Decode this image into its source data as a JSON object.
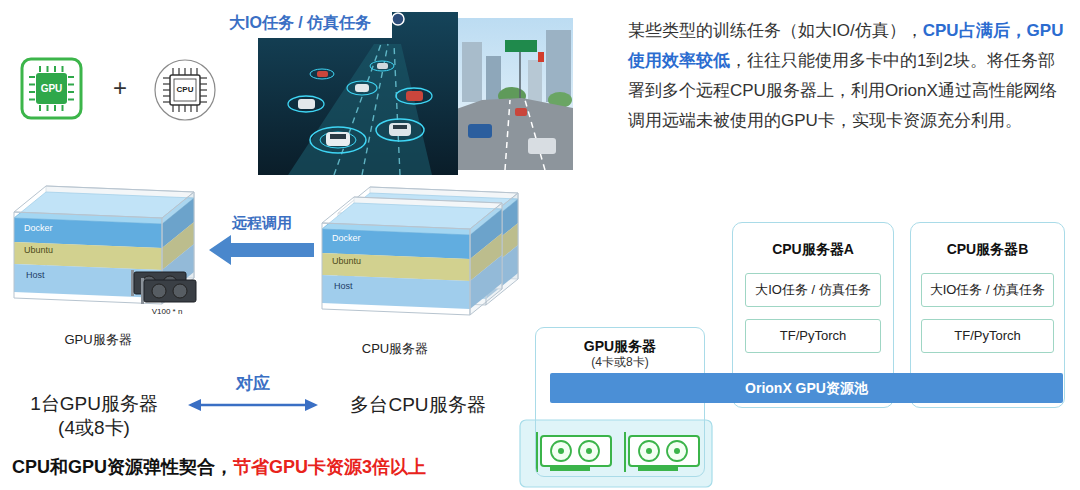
{
  "diagram": {
    "nodes": [
      {
        "text": [
          "GPU"
        ]
      },
      {
        "text": [
          "CPU"
        ]
      },
      {
        "text": [
          "Docker",
          "Ubuntu",
          "Host",
          "V100 * n",
          "GPU服务器"
        ]
      },
      {
        "text": [
          "Docker",
          "Ubuntu",
          "Host",
          "CPU服务器"
        ]
      },
      {
        "text": [
          "1台GPU服务器 (4或8卡)"
        ]
      },
      {
        "text": [
          "多台CPU服务器"
        ]
      },
      {
        "text": [
          "GPU服务器",
          "(4卡或8卡)"
        ]
      },
      {
        "text": [
          "CPU服务器A"
        ]
      },
      {
        "text": [
          "大IO任务 / 仿真任务"
        ],
        "in": 7
      },
      {
        "text": [
          "TF/PyTorch"
        ],
        "in": 7
      },
      {
        "text": [
          "CPU服务器B"
        ]
      },
      {
        "text": [
          "大IO任务 / 仿真任务"
        ],
        "in": 10
      },
      {
        "text": [
          "TF/PyTorch"
        ],
        "in": 10
      },
      {
        "text": [
          "OrionX GPU资源池"
        ]
      }
    ],
    "edges": [
      {
        "from": 3,
        "to": 2,
        "arrow": "to",
        "label": "远程调用"
      },
      {
        "from": 4,
        "to": 5,
        "arrow": "both",
        "label": "对应"
      }
    ],
    "labels": [
      "+",
      "大IO任务 / 仿真任务",
      "某些类型的训练任务（如大IO/仿真），",
      "CPU占满后，GPU使用效率较低",
      "，往往只能使用多卡中的1到2块。将任务部署到多个远程CPU服务器上，利用OrionX通过高性能网络调用远端未被使用的GPU卡，实现卡资源充分利用。",
      "CPU和GPU资源弹性契合，",
      "节省GPU卡资源3倍以上"
    ]
  }
}
